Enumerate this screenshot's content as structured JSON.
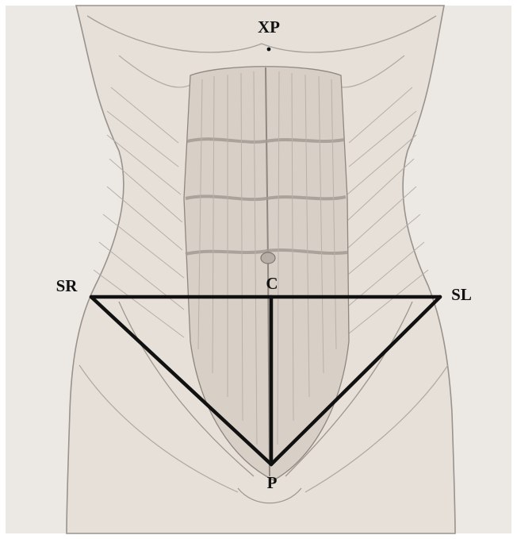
{
  "diagram": {
    "labels": {
      "xp": "XP",
      "sr": "SR",
      "c": "C",
      "sl": "SL",
      "p": "P"
    },
    "colors": {
      "paper": "#eceae6",
      "skin": "#e4ddd5",
      "pencil": "#8f8780",
      "muscle": "#d3cbc2",
      "ink": "#111111"
    }
  }
}
